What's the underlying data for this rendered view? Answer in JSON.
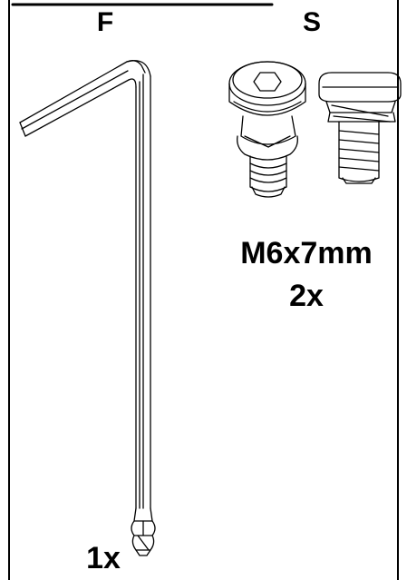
{
  "sections": {
    "left": {
      "letter": "F",
      "item": "hex-key",
      "quantity": "1x"
    },
    "right": {
      "letter": "S",
      "item": "screw",
      "size": "M6x7mm",
      "quantity": "2x"
    }
  },
  "colors": {
    "line": "#000000",
    "background": "#ffffff"
  }
}
